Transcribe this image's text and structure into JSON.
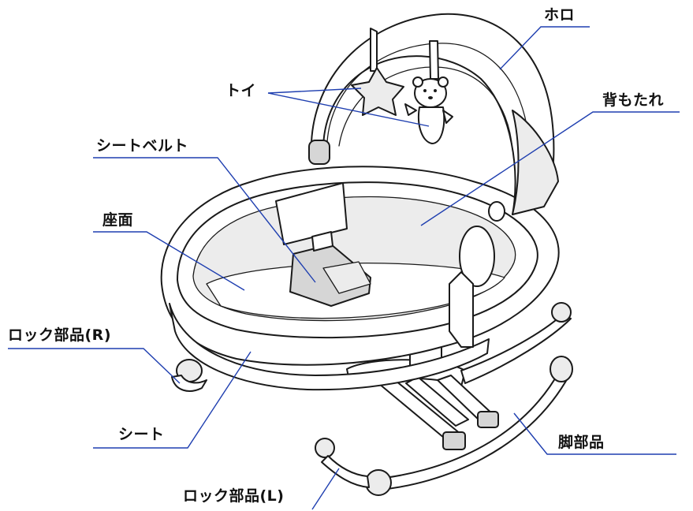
{
  "labels": {
    "hood": "ホロ",
    "toy": "トイ",
    "backrest": "背もたれ",
    "seat_belt": "シートベルト",
    "seat_surface": "座面",
    "lock_r": "ロック部品(R)",
    "seat": "シート",
    "leg": "脚部品",
    "lock_l": "ロック部品(L)"
  },
  "colors": {
    "leader_line": "#1f3fb0",
    "outline": "#1a1a1a",
    "shade": "#d6d6d6"
  }
}
